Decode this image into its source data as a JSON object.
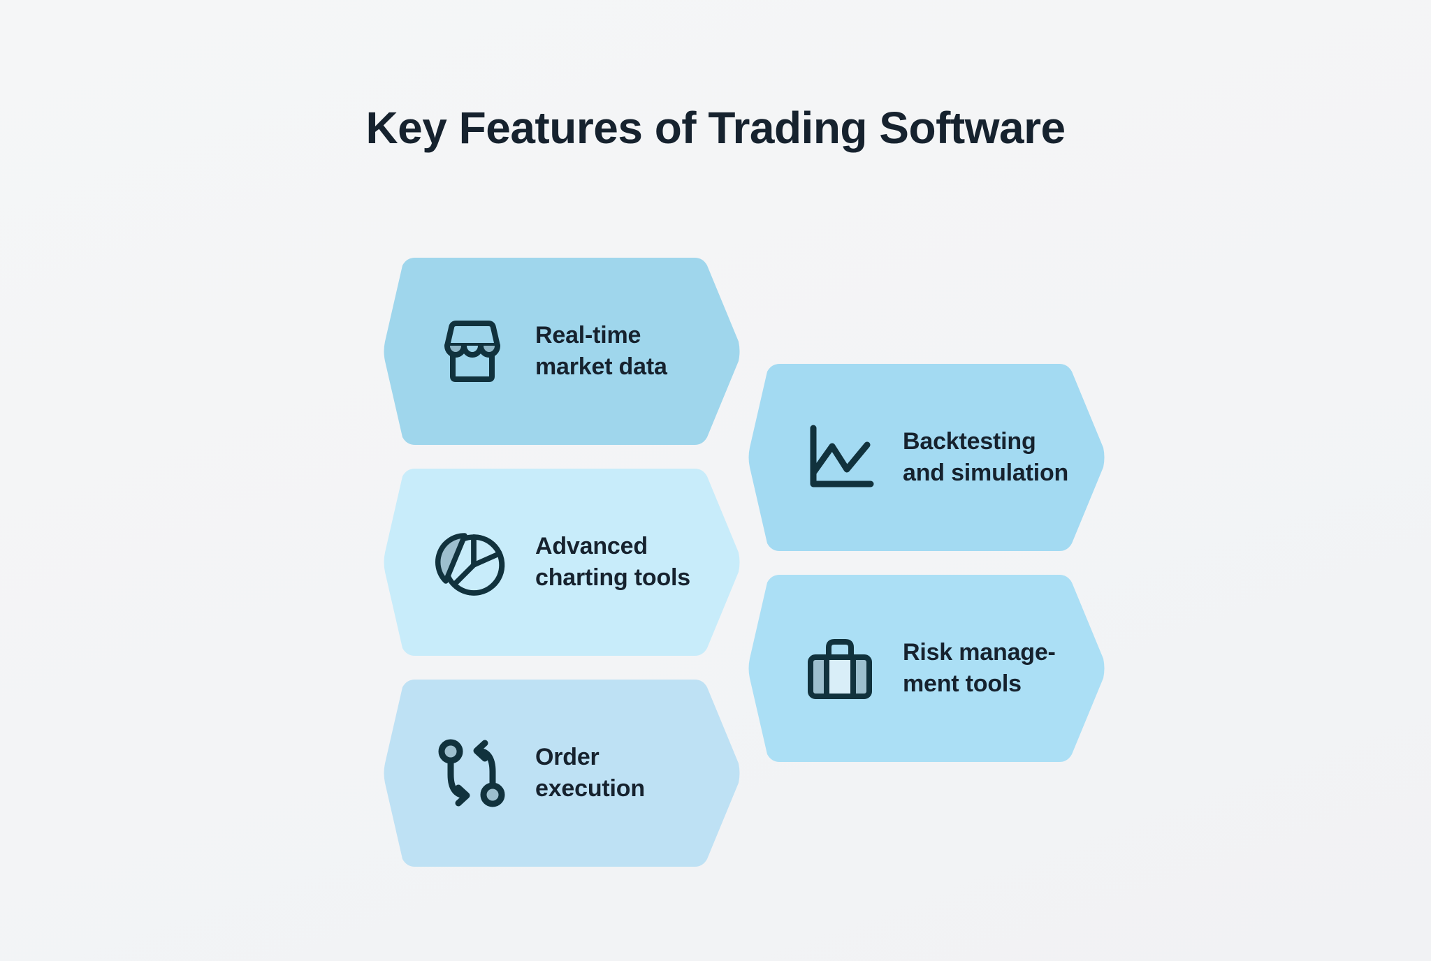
{
  "title": "Key Features of Trading Software",
  "theme": {
    "background": "#f3f4f6",
    "title_color": "#16222e",
    "icon_stroke": "#11323d",
    "icon_fill": "#9dbfce"
  },
  "cards": [
    {
      "id": "realtime",
      "label": "Real-time\nmarket data",
      "icon": "storefront-icon",
      "color": "#9fd6ec",
      "column": "left"
    },
    {
      "id": "charting",
      "label": "Advanced\ncharting tools",
      "icon": "pie-chart-icon",
      "color": "#c8ecfa",
      "column": "left"
    },
    {
      "id": "order",
      "label": "Order\nexecution",
      "icon": "swap-arrows-icon",
      "color": "#bee1f4",
      "column": "left"
    },
    {
      "id": "backtesting",
      "label": "Backtesting\nand simulation",
      "icon": "line-chart-icon",
      "color": "#a3daf2",
      "column": "right"
    },
    {
      "id": "risk",
      "label": "Risk manage-\nment tools",
      "icon": "briefcase-icon",
      "color": "#abdff5",
      "column": "right"
    }
  ]
}
